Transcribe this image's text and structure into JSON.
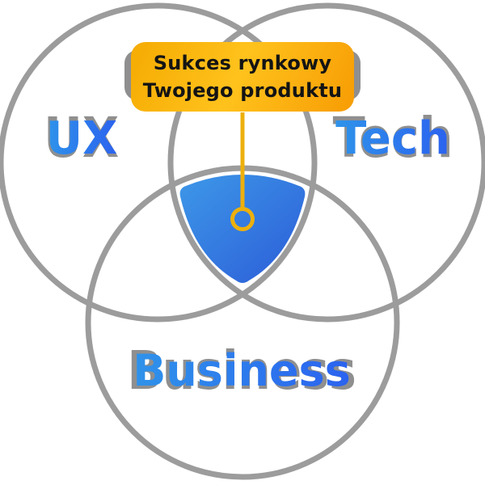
{
  "diagram": {
    "type": "venn",
    "callout": {
      "line1": "Sukces rynkowy",
      "line2": "Twojego produktu"
    },
    "sets": [
      {
        "label": "UX"
      },
      {
        "label": "Tech"
      },
      {
        "label": "Business"
      }
    ],
    "intersection_icon": "pin-ring-pointer"
  },
  "theme": {
    "background": "#FFFFFF",
    "circle_stroke": "#9C9C9C",
    "shadow_gray": "#8F8F8F",
    "word_grad_a": "#2F93EA",
    "word_grad_b": "#2B62EF",
    "shape_grad_a": "#3D98E8",
    "shape_grad_b": "#2C5CD8",
    "callout_grad_a": "#F5AB02",
    "callout_grad_b": "#FFC21C",
    "callout_grad_c": "#F79C04",
    "callout_text": "#141414",
    "pin_gold": "#EDB00D"
  }
}
